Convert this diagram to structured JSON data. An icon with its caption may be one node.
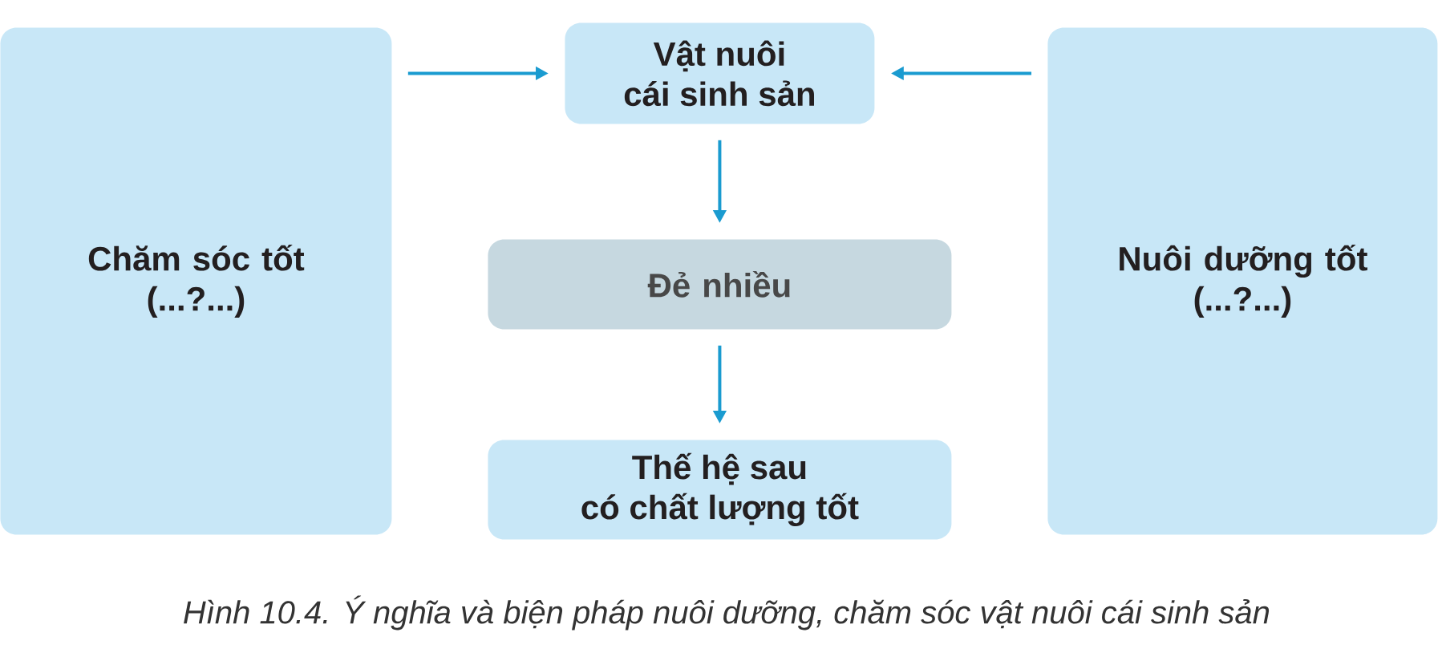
{
  "diagram": {
    "caption": "Hình 10.4. Ý nghĩa và biện pháp nuôi dưỡng, chăm sóc vật nuôi cái sinh sản",
    "nodes": [
      {
        "text": [
          "Chăm sóc tốt",
          "(...?...)"
        ]
      },
      {
        "text": [
          "Vật nuôi cái sinh sản"
        ]
      },
      {
        "text": [
          "Nuôi dưỡng tốt",
          "(...?...)"
        ]
      },
      {
        "text": [
          "Đẻ nhiều"
        ]
      },
      {
        "text": [
          "Thế hệ sau có chất lượng tốt"
        ]
      }
    ],
    "edges": [
      {
        "from": 0,
        "to": 1,
        "arrow": "to"
      },
      {
        "from": 2,
        "to": 1,
        "arrow": "to"
      },
      {
        "from": 1,
        "to": 3,
        "arrow": "to"
      },
      {
        "from": 3,
        "to": 4,
        "arrow": "to"
      }
    ]
  }
}
